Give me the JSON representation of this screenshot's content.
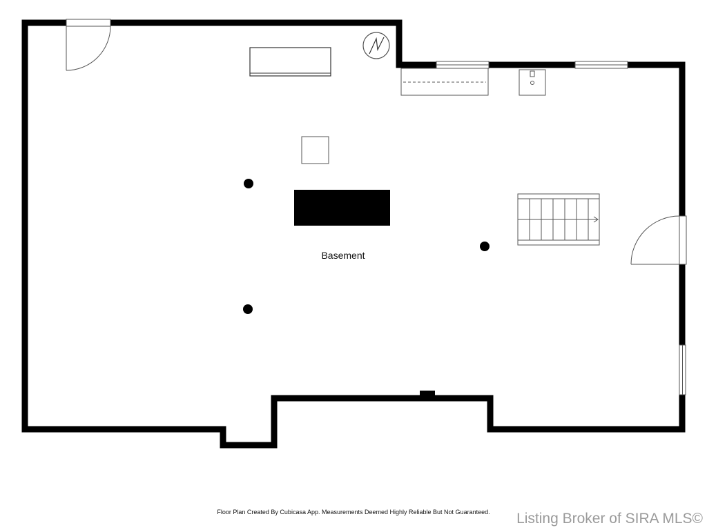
{
  "floor_plan": {
    "rooms": [
      {
        "label": "Basement"
      }
    ],
    "colors": {
      "wall": "#000000",
      "background": "#ffffff",
      "fixture_stroke": "#555555"
    },
    "fixtures": [
      "entry-door",
      "exterior-door",
      "staircase",
      "water-heater",
      "utility-sink",
      "furnace",
      "window-well",
      "support-column"
    ]
  },
  "footer": {
    "disclaimer": "Floor Plan Created By Cubicasa App. Measurements Deemed Highly Reliable But Not Guaranteed.",
    "watermark": "Listing Broker of SIRA MLS©"
  }
}
